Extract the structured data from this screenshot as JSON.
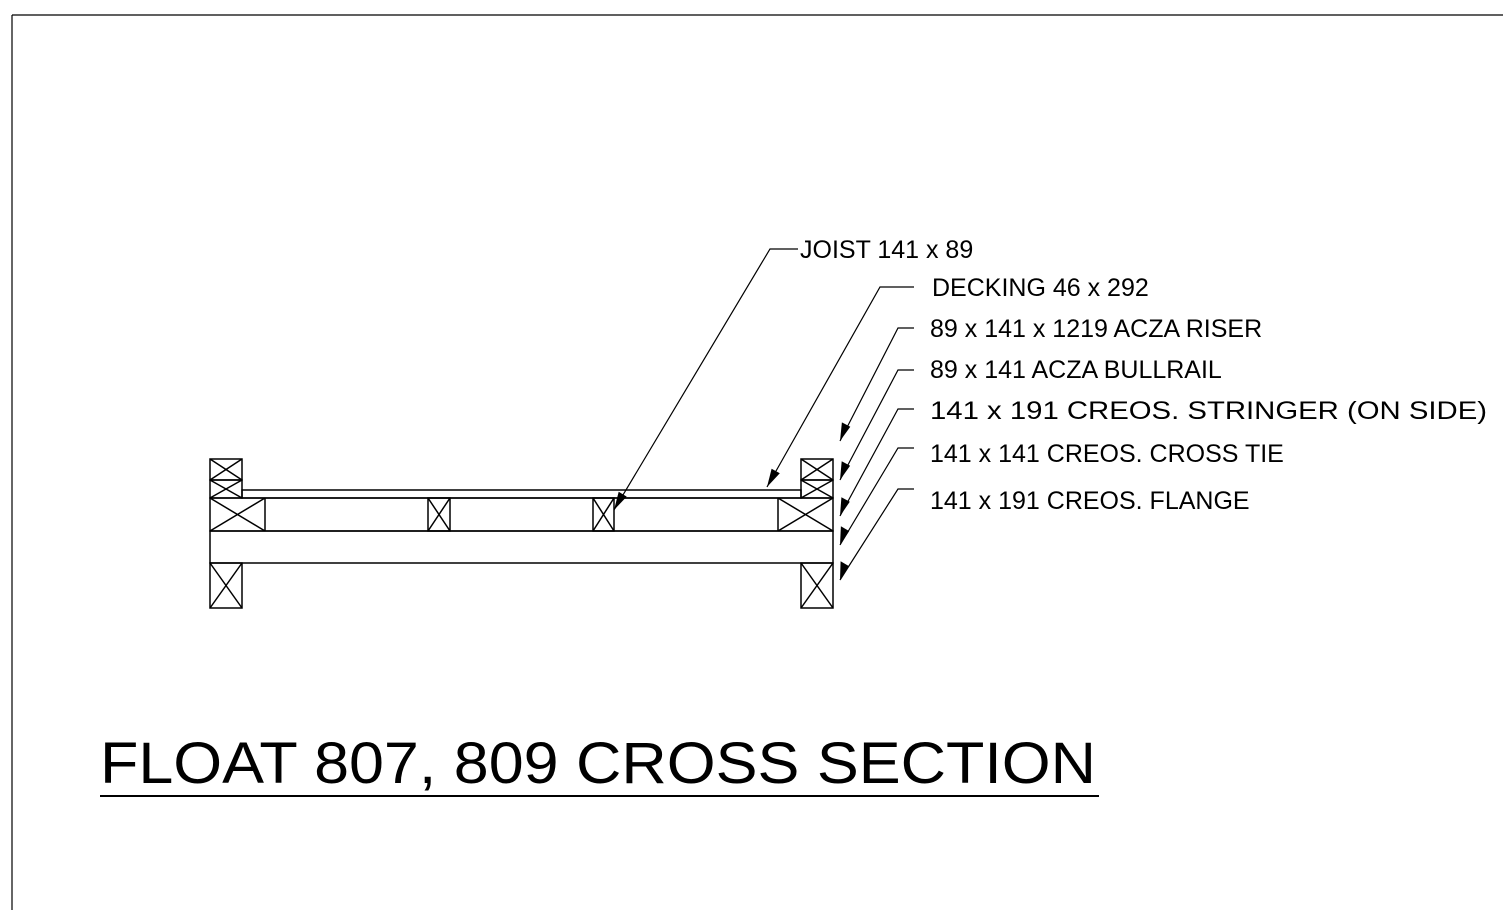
{
  "drawing": {
    "title": "FLOAT 807, 809 CROSS SECTION",
    "labels": {
      "joist": "JOIST  141 x 89",
      "decking": "DECKING  46 x 292",
      "riser": "89 x 141 x 1219 ACZA RISER",
      "bullrail": "89 x 141 ACZA BULLRAIL",
      "stringer": "141 x 191 CREOS. STRINGER (ON SIDE)",
      "cross_tie": "141 x 141 CREOS. CROSS TIE",
      "flange": "141 x 191 CREOS. FLANGE"
    }
  },
  "colors": {
    "line": "#000000",
    "background": "#ffffff"
  }
}
